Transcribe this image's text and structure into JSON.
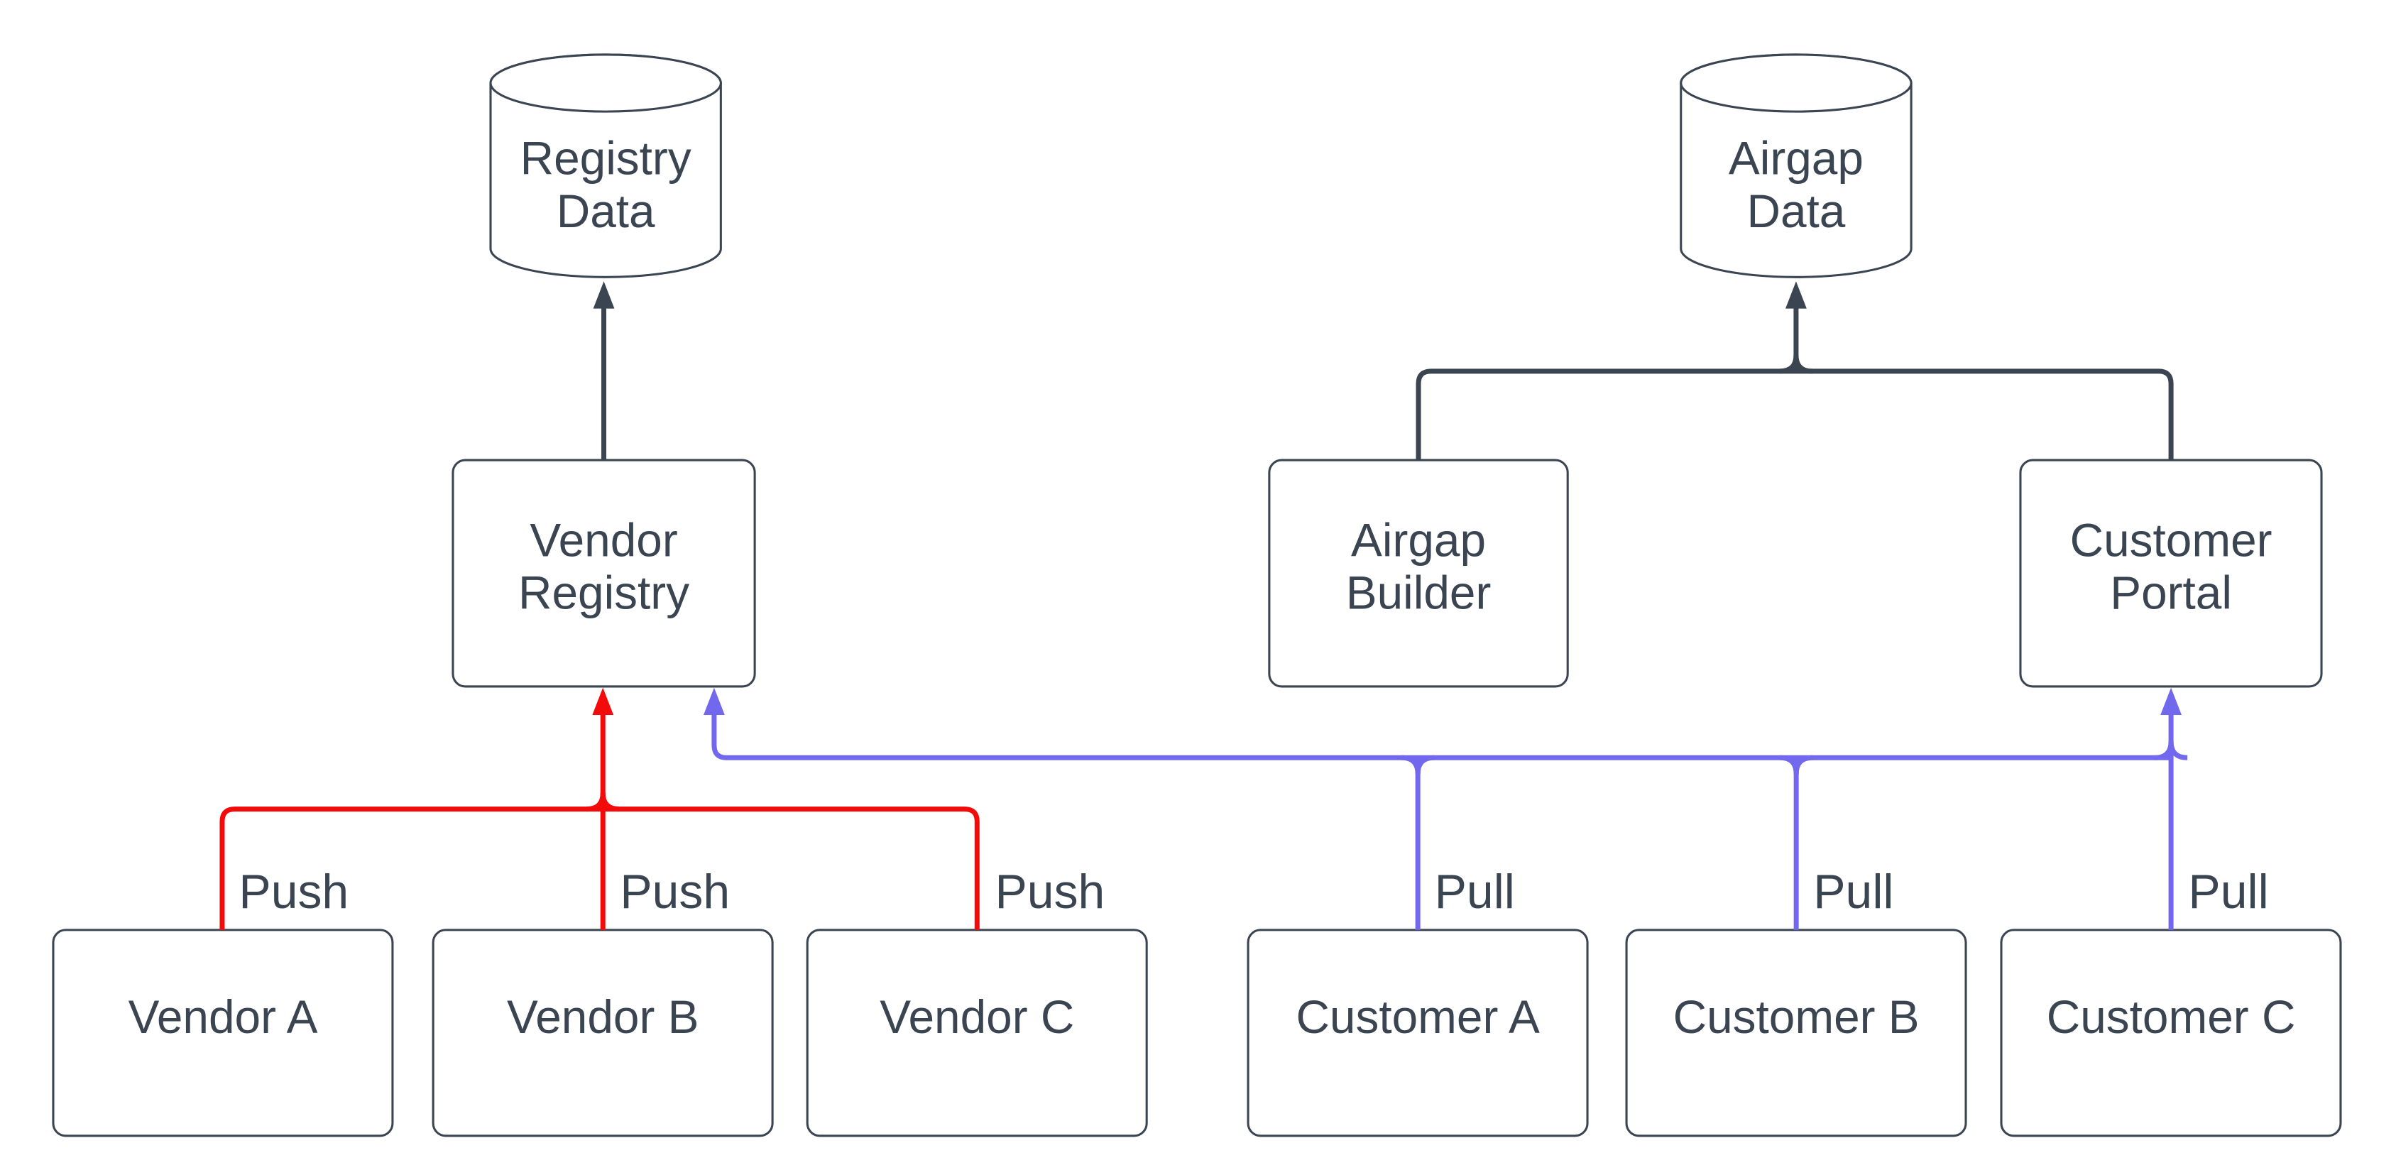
{
  "title": "Registry and Airgap data flow diagram",
  "colors": {
    "text": "#3b4552",
    "node_border": "#3b4552",
    "node_fill": "#ffffff",
    "dark_edge": "#3b4552",
    "push_red": "#f30b0b",
    "pull_blue": "#7268ee",
    "canvas_bg": "#ffffff"
  },
  "nodes": {
    "registry_data": {
      "shape": "cylinder",
      "label": [
        "Registry",
        "Data"
      ]
    },
    "airgap_data": {
      "shape": "cylinder",
      "label": [
        "Airgap",
        "Data"
      ]
    },
    "vendor_registry": {
      "shape": "box",
      "label": [
        "Vendor",
        "Registry"
      ]
    },
    "airgap_builder": {
      "shape": "box",
      "label": [
        "Airgap",
        "Builder"
      ]
    },
    "customer_portal": {
      "shape": "box",
      "label": [
        "Customer",
        "Portal"
      ]
    },
    "vendor_a": {
      "shape": "box",
      "label": "Vendor A"
    },
    "vendor_b": {
      "shape": "box",
      "label": "Vendor B"
    },
    "vendor_c": {
      "shape": "box",
      "label": "Vendor C"
    },
    "customer_a": {
      "shape": "box",
      "label": "Customer A"
    },
    "customer_b": {
      "shape": "box",
      "label": "Customer B"
    },
    "customer_c": {
      "shape": "box",
      "label": "Customer C"
    }
  },
  "edges": {
    "push": [
      {
        "from": "vendor_a",
        "to": "vendor_registry",
        "label": "Push"
      },
      {
        "from": "vendor_b",
        "to": "vendor_registry",
        "label": "Push"
      },
      {
        "from": "vendor_c",
        "to": "vendor_registry",
        "label": "Push"
      }
    ],
    "pull": [
      {
        "from": "customer_a",
        "to": "vendor_registry",
        "label": "Pull"
      },
      {
        "from": "customer_b",
        "to": "vendor_registry",
        "label": "Pull"
      },
      {
        "from": "customer_c",
        "to": "customer_portal",
        "label": "Pull"
      }
    ],
    "data_flow": [
      {
        "from": "vendor_registry",
        "to": "registry_data"
      },
      {
        "from": "airgap_builder",
        "to": "airgap_data"
      },
      {
        "from": "customer_portal",
        "to": "airgap_data"
      }
    ]
  }
}
